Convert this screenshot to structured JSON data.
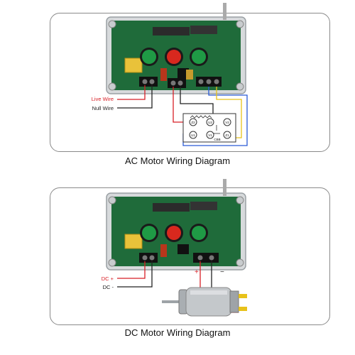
{
  "ac": {
    "caption": "AC Motor Wiring Diagram",
    "live_label": "Live Wire",
    "null_label": "Null Wire",
    "terminals": [
      "Z2",
      "U2",
      "V2",
      "U1",
      "V1",
      "Z1"
    ],
    "cap_label": "CBB"
  },
  "dc": {
    "caption": "DC Motor Wiring Diagram",
    "pos_label": "DC +",
    "neg_label": "DC -",
    "plus_mark": "+",
    "minus_mark": "−"
  },
  "colors": {
    "board": "#1f6b3a",
    "enclosure": "#d7dadc",
    "green_button": "#1f9a45",
    "red_button": "#d8281e",
    "live_wire": "#d81f26",
    "null_wire": "#222222",
    "blue_wire": "#2a5bd6",
    "yellow_wire": "#e8c21a"
  }
}
